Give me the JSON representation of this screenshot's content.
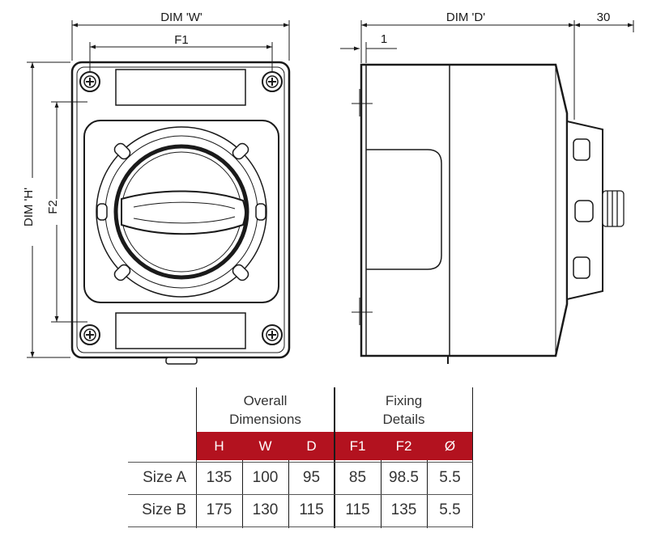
{
  "dimensions": {
    "overall_width": "DIM 'W'",
    "fixing_width": "F1",
    "overall_height": "DIM 'H'",
    "fixing_height": "F2",
    "overall_depth": "DIM 'D'",
    "lid_offset": "1",
    "shaft_projection": "30"
  },
  "table": {
    "group_overall_line1": "Overall",
    "group_overall_line2": "Dimensions",
    "group_fixing_line1": "Fixing",
    "group_fixing_line2": "Details",
    "columns": [
      "H",
      "W",
      "D",
      "F1",
      "F2",
      "Ø"
    ],
    "rows": [
      {
        "label": "Size A",
        "values": [
          "135",
          "100",
          "95",
          "85",
          "98.5",
          "5.5"
        ]
      },
      {
        "label": "Size B",
        "values": [
          "175",
          "130",
          "115",
          "115",
          "135",
          "5.5"
        ]
      }
    ]
  },
  "colors": {
    "header_band": "#b3121f",
    "header_text": "#ffffff",
    "line": "#1a1a1a"
  }
}
